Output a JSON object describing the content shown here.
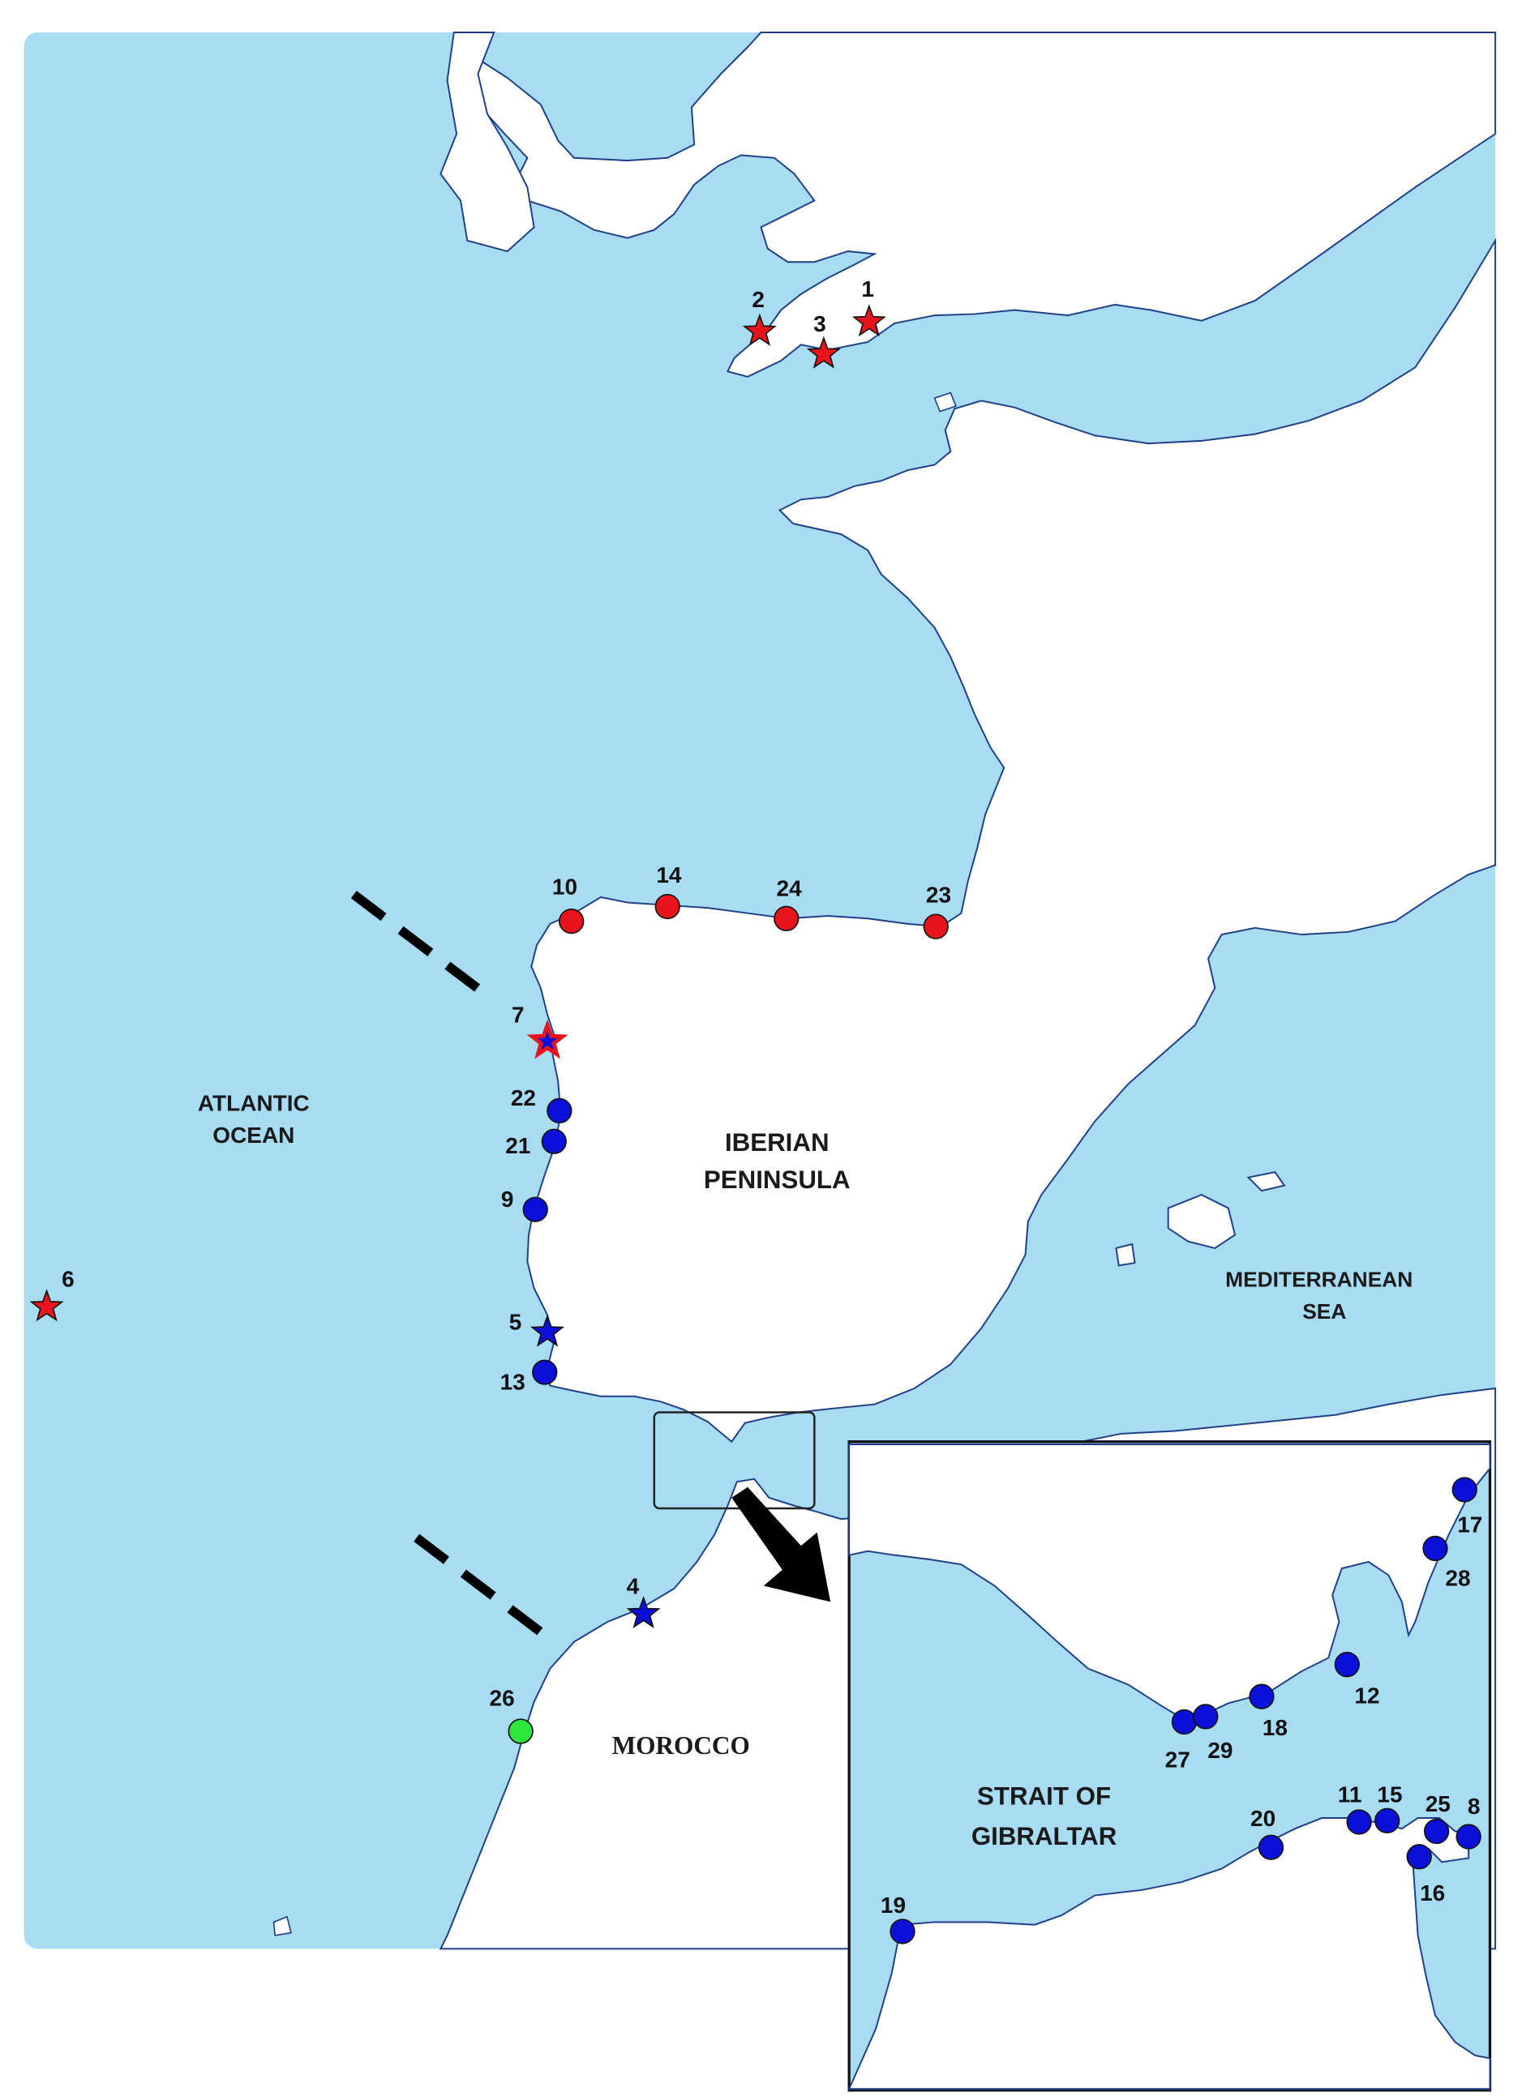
{
  "colors": {
    "sea": "#a8dcf2",
    "land": "#ffffff",
    "coast": "#1f3f8a",
    "red_site": "#e8141c",
    "blue_site": "#0a10d8",
    "green_site": "#2ee63b",
    "marker_outline": "#111111"
  },
  "regions": {
    "atlantic_line1": "ATLANTIC",
    "atlantic_line2": "OCEAN",
    "iberian_line1": "IBERIAN",
    "iberian_line2": "PENINSULA",
    "med_line1": "MEDITERRANEAN",
    "med_line2": "SEA",
    "morocco": "MOROCCO",
    "strait_line1": "STRAIT OF",
    "strait_line2": "GIBRALTAR"
  },
  "sites": [
    {
      "id": "1",
      "shape": "star",
      "color": "red"
    },
    {
      "id": "2",
      "shape": "star",
      "color": "red"
    },
    {
      "id": "3",
      "shape": "star",
      "color": "red"
    },
    {
      "id": "6",
      "shape": "star",
      "color": "red"
    },
    {
      "id": "7",
      "shape": "star",
      "color": "blue-red-outline"
    },
    {
      "id": "5",
      "shape": "star",
      "color": "blue"
    },
    {
      "id": "4",
      "shape": "star",
      "color": "blue"
    },
    {
      "id": "10",
      "shape": "circle",
      "color": "red"
    },
    {
      "id": "14",
      "shape": "circle",
      "color": "red"
    },
    {
      "id": "24",
      "shape": "circle",
      "color": "red"
    },
    {
      "id": "23",
      "shape": "circle",
      "color": "red"
    },
    {
      "id": "22",
      "shape": "circle",
      "color": "blue"
    },
    {
      "id": "21",
      "shape": "circle",
      "color": "blue"
    },
    {
      "id": "9",
      "shape": "circle",
      "color": "blue"
    },
    {
      "id": "13",
      "shape": "circle",
      "color": "blue"
    },
    {
      "id": "26",
      "shape": "circle",
      "color": "green"
    },
    {
      "id": "17",
      "shape": "circle",
      "color": "blue"
    },
    {
      "id": "28",
      "shape": "circle",
      "color": "blue"
    },
    {
      "id": "12",
      "shape": "circle",
      "color": "blue"
    },
    {
      "id": "18",
      "shape": "circle",
      "color": "blue"
    },
    {
      "id": "27",
      "shape": "circle",
      "color": "blue"
    },
    {
      "id": "29",
      "shape": "circle",
      "color": "blue"
    },
    {
      "id": "11",
      "shape": "circle",
      "color": "blue"
    },
    {
      "id": "15",
      "shape": "circle",
      "color": "blue"
    },
    {
      "id": "25",
      "shape": "circle",
      "color": "blue"
    },
    {
      "id": "8",
      "shape": "circle",
      "color": "blue"
    },
    {
      "id": "16",
      "shape": "circle",
      "color": "blue"
    },
    {
      "id": "20",
      "shape": "circle",
      "color": "blue"
    },
    {
      "id": "19",
      "shape": "circle",
      "color": "blue"
    }
  ]
}
